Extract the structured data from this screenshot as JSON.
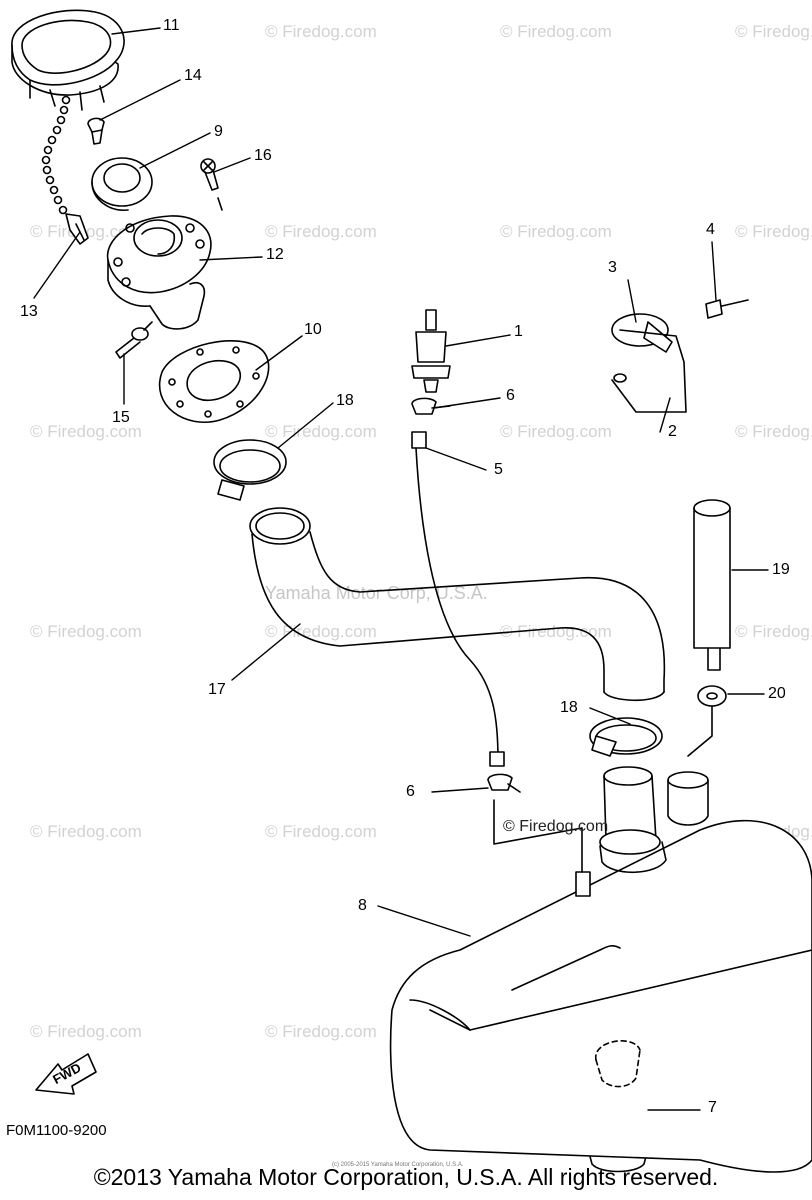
{
  "watermark_text": "© Firedog.com",
  "brand_watermark": "Yamaha Motor Corp, U.S.A.",
  "center_watermark": "© Firedog.com",
  "fwd_label": "FWD",
  "drawing_code": "F0M1100-9200",
  "copyright": "©2013 Yamaha Motor Corporation, U.S.A. All rights reserved.",
  "tiny_copyright": "(c) 2005-2015 Yamaha Motor Corporation, U.S.A.",
  "callouts": {
    "c1": "1",
    "c2": "2",
    "c3": "3",
    "c4": "4",
    "c5": "5",
    "c6a": "6",
    "c6b": "6",
    "c7": "7",
    "c8": "8",
    "c9": "9",
    "c10": "10",
    "c11": "11",
    "c12": "12",
    "c13": "13",
    "c14": "14",
    "c15": "15",
    "c16": "16",
    "c17": "17",
    "c18a": "18",
    "c18b": "18",
    "c19": "19",
    "c20": "20"
  },
  "colors": {
    "line": "#000000",
    "watermark": "#d2d2d2",
    "background": "#ffffff"
  }
}
